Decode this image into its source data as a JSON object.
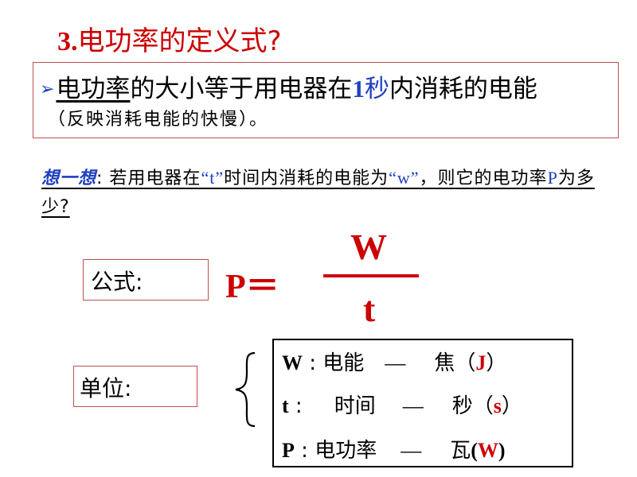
{
  "title": {
    "number": "3.",
    "text": "电功率的定义式?"
  },
  "definition": {
    "bullet": "➢",
    "term": "电功率",
    "text_a": "的大小等于用电器在",
    "time_value": "1",
    "time_unit": "秒",
    "text_b": "内消耗的电能",
    "note": "（反映消耗电能的快慢）。"
  },
  "think": {
    "heading": "想一想",
    "colon": ": ",
    "text_a": "若用电器在",
    "t_quote": "“t”",
    "text_b": "时间内消耗的电能为",
    "w_quote": "“w”",
    "comma": "，",
    "text_c": "则它的电功率",
    "p": "P",
    "text_d": "为多少?"
  },
  "formula": {
    "label": "公式:",
    "lhs": "P＝",
    "numerator": "W",
    "denominator": "t"
  },
  "units": {
    "label": "单位:",
    "rows": [
      {
        "symbol": "W",
        "sep": " : ",
        "name": "电能",
        "dash": "—",
        "unit": "焦",
        "open": "（",
        "code": "J",
        "close": "）"
      },
      {
        "symbol": "t",
        "sep": " :",
        "name": "时间",
        "dash": "—",
        "unit": "秒",
        "open": "（",
        "code": "s",
        "close": "）"
      },
      {
        "symbol": "P",
        "sep": " : ",
        "name": "电功率",
        "dash": "—",
        "unit": "瓦",
        "open": "(",
        "code": "W",
        "close": ")"
      }
    ]
  },
  "colors": {
    "accent_red": "#cc0000",
    "accent_blue": "#1f3fbf",
    "box_border": "#c0504d"
  }
}
